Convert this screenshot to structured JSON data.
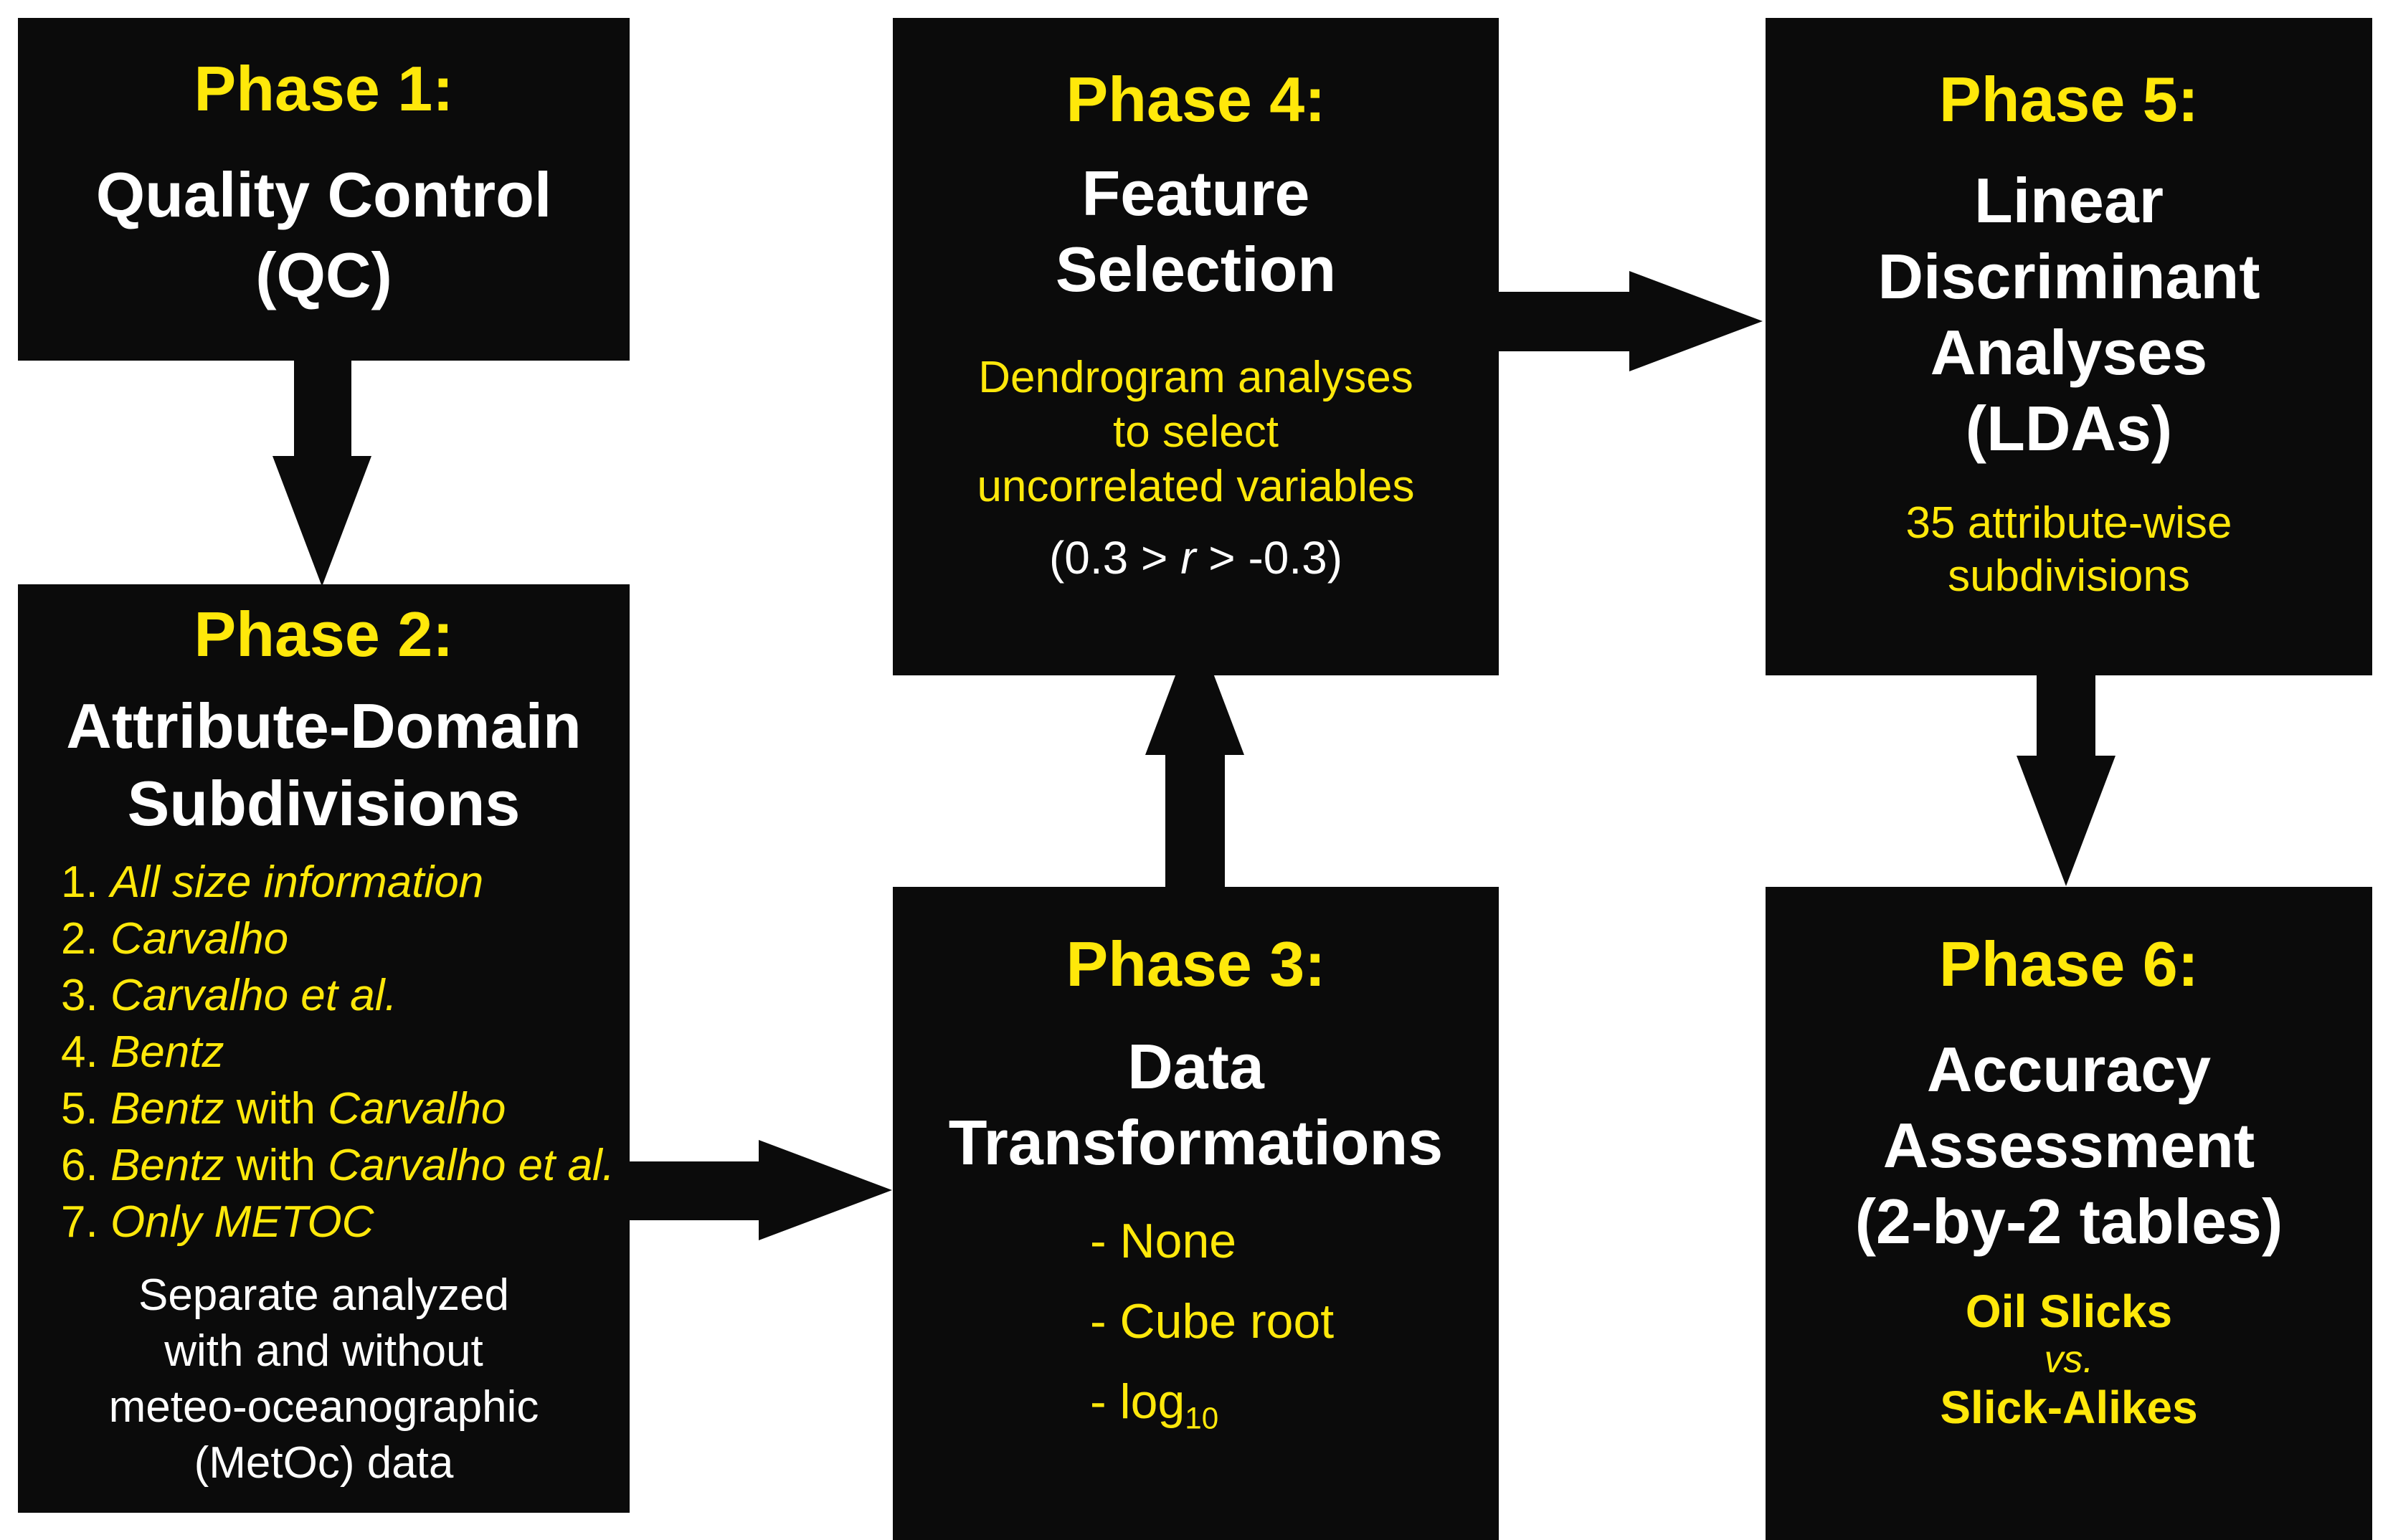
{
  "figure": {
    "type": "flowchart",
    "background": "#ffffff",
    "box_color": "#0b0b0b",
    "accent_yellow": "#ffe80a",
    "text_white": "#ffffff"
  },
  "phase1": {
    "header": "Phase 1:",
    "title_lines": [
      "Quality Control",
      "(QC)"
    ]
  },
  "phase2": {
    "header": "Phase 2:",
    "title_lines": [
      "Attribute-Domain",
      "Subdivisions"
    ],
    "items": [
      [
        {
          "t": "1. "
        },
        {
          "t": "All size information",
          "i": true
        }
      ],
      [
        {
          "t": "2. "
        },
        {
          "t": "Carvalho",
          "i": true
        }
      ],
      [
        {
          "t": "3. "
        },
        {
          "t": "Carvalho et al.",
          "i": true
        }
      ],
      [
        {
          "t": "4. "
        },
        {
          "t": "Bentz",
          "i": true
        }
      ],
      [
        {
          "t": "5. "
        },
        {
          "t": "Bentz",
          "i": true
        },
        {
          "t": " with "
        },
        {
          "t": "Carvalho",
          "i": true
        }
      ],
      [
        {
          "t": "6. "
        },
        {
          "t": "Bentz",
          "i": true
        },
        {
          "t": " with "
        },
        {
          "t": "Carvalho et al.",
          "i": true
        }
      ],
      [
        {
          "t": "7. "
        },
        {
          "t": "Only METOC",
          "i": true
        }
      ]
    ],
    "note_lines": [
      "Separate analyzed",
      "with and without",
      "meteo-oceanographic",
      "(MetOc) data"
    ]
  },
  "phase3": {
    "header": "Phase 3:",
    "title_lines": [
      "Data",
      "Transformations"
    ],
    "items": [
      [
        {
          "t": "- None"
        }
      ],
      [
        {
          "t": "- Cube root"
        }
      ],
      [
        {
          "t": "- log"
        },
        {
          "t": "10",
          "sub": true
        }
      ]
    ]
  },
  "phase4": {
    "header": "Phase 4:",
    "title_lines": [
      "Feature",
      "Selection"
    ],
    "detail_lines": [
      "Dendrogram analyses",
      "to select",
      "uncorrelated variables"
    ],
    "formula": [
      {
        "t": "(0.3 > "
      },
      {
        "t": "r",
        "i": true
      },
      {
        "t": " > -0.3)"
      }
    ]
  },
  "phase5": {
    "header": "Phase 5:",
    "title_lines": [
      "Linear",
      "Discriminant",
      "Analyses",
      "(LDAs)"
    ],
    "detail_lines": [
      "35 attribute-wise",
      "subdivisions"
    ]
  },
  "phase6": {
    "header": "Phase 6:",
    "title_lines": [
      "Accuracy",
      "Assessment",
      "(2-by-2 tables)"
    ],
    "comparison": [
      {
        "t": "Oil Slicks",
        "b": true
      },
      {
        "t": "vs.",
        "i": true
      },
      {
        "t": "Slick-Alikes",
        "b": true
      }
    ]
  }
}
